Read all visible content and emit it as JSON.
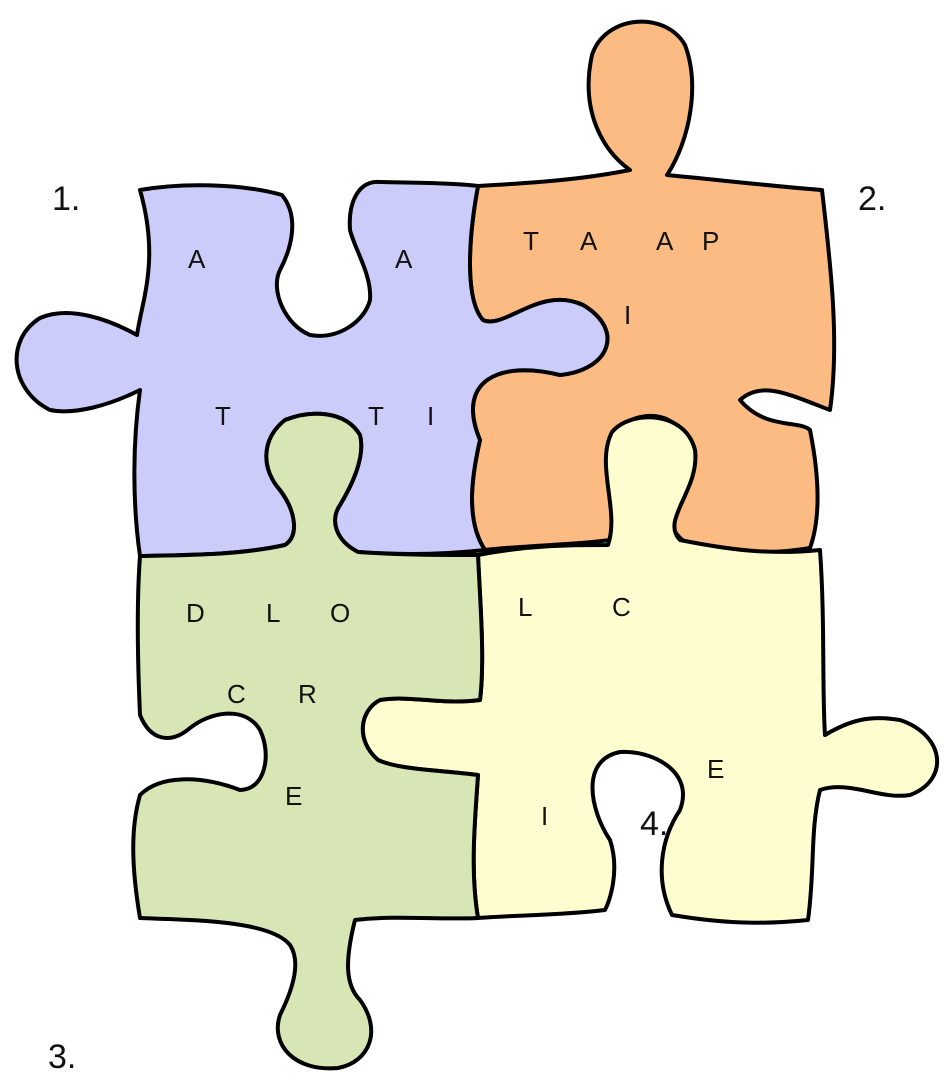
{
  "colors": {
    "piece1": "#ccccfb",
    "piece2": "#fbbb83",
    "piece3": "#d7e6b4",
    "piece4": "#fdfdcf",
    "outline": "#000000",
    "text": "#111111"
  },
  "pieces": [
    {
      "number": "1.",
      "color": "#ccccfb",
      "letters": [
        "A",
        "A",
        "T",
        "T",
        "I"
      ]
    },
    {
      "number": "2.",
      "color": "#fbbb83",
      "letters": [
        "T",
        "A",
        "A",
        "P",
        "I"
      ]
    },
    {
      "number": "3.",
      "color": "#d7e6b4",
      "letters": [
        "D",
        "L",
        "O",
        "C",
        "R",
        "E"
      ]
    },
    {
      "number": "4.",
      "color": "#fdfdcf",
      "letters": [
        "L",
        "C",
        "E",
        "I"
      ]
    }
  ]
}
